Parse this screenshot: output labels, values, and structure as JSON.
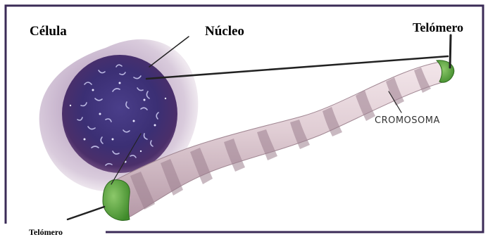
{
  "labels": {
    "cell": "Célula",
    "nucleus": "Núcleo",
    "telomere_top": "Telómero",
    "chromosome": "CROMOSOMA",
    "telomere_bottom": "Telómero"
  },
  "colors": {
    "frame": "#3b2b57",
    "cell_fill": "#c9b6cf",
    "nucleus_fill": "#3c2f73",
    "chromosome_light": "#e4d2d8",
    "chromosome_band": "#a58a98",
    "telomere": "#58a43c",
    "pointer": "#222222"
  }
}
